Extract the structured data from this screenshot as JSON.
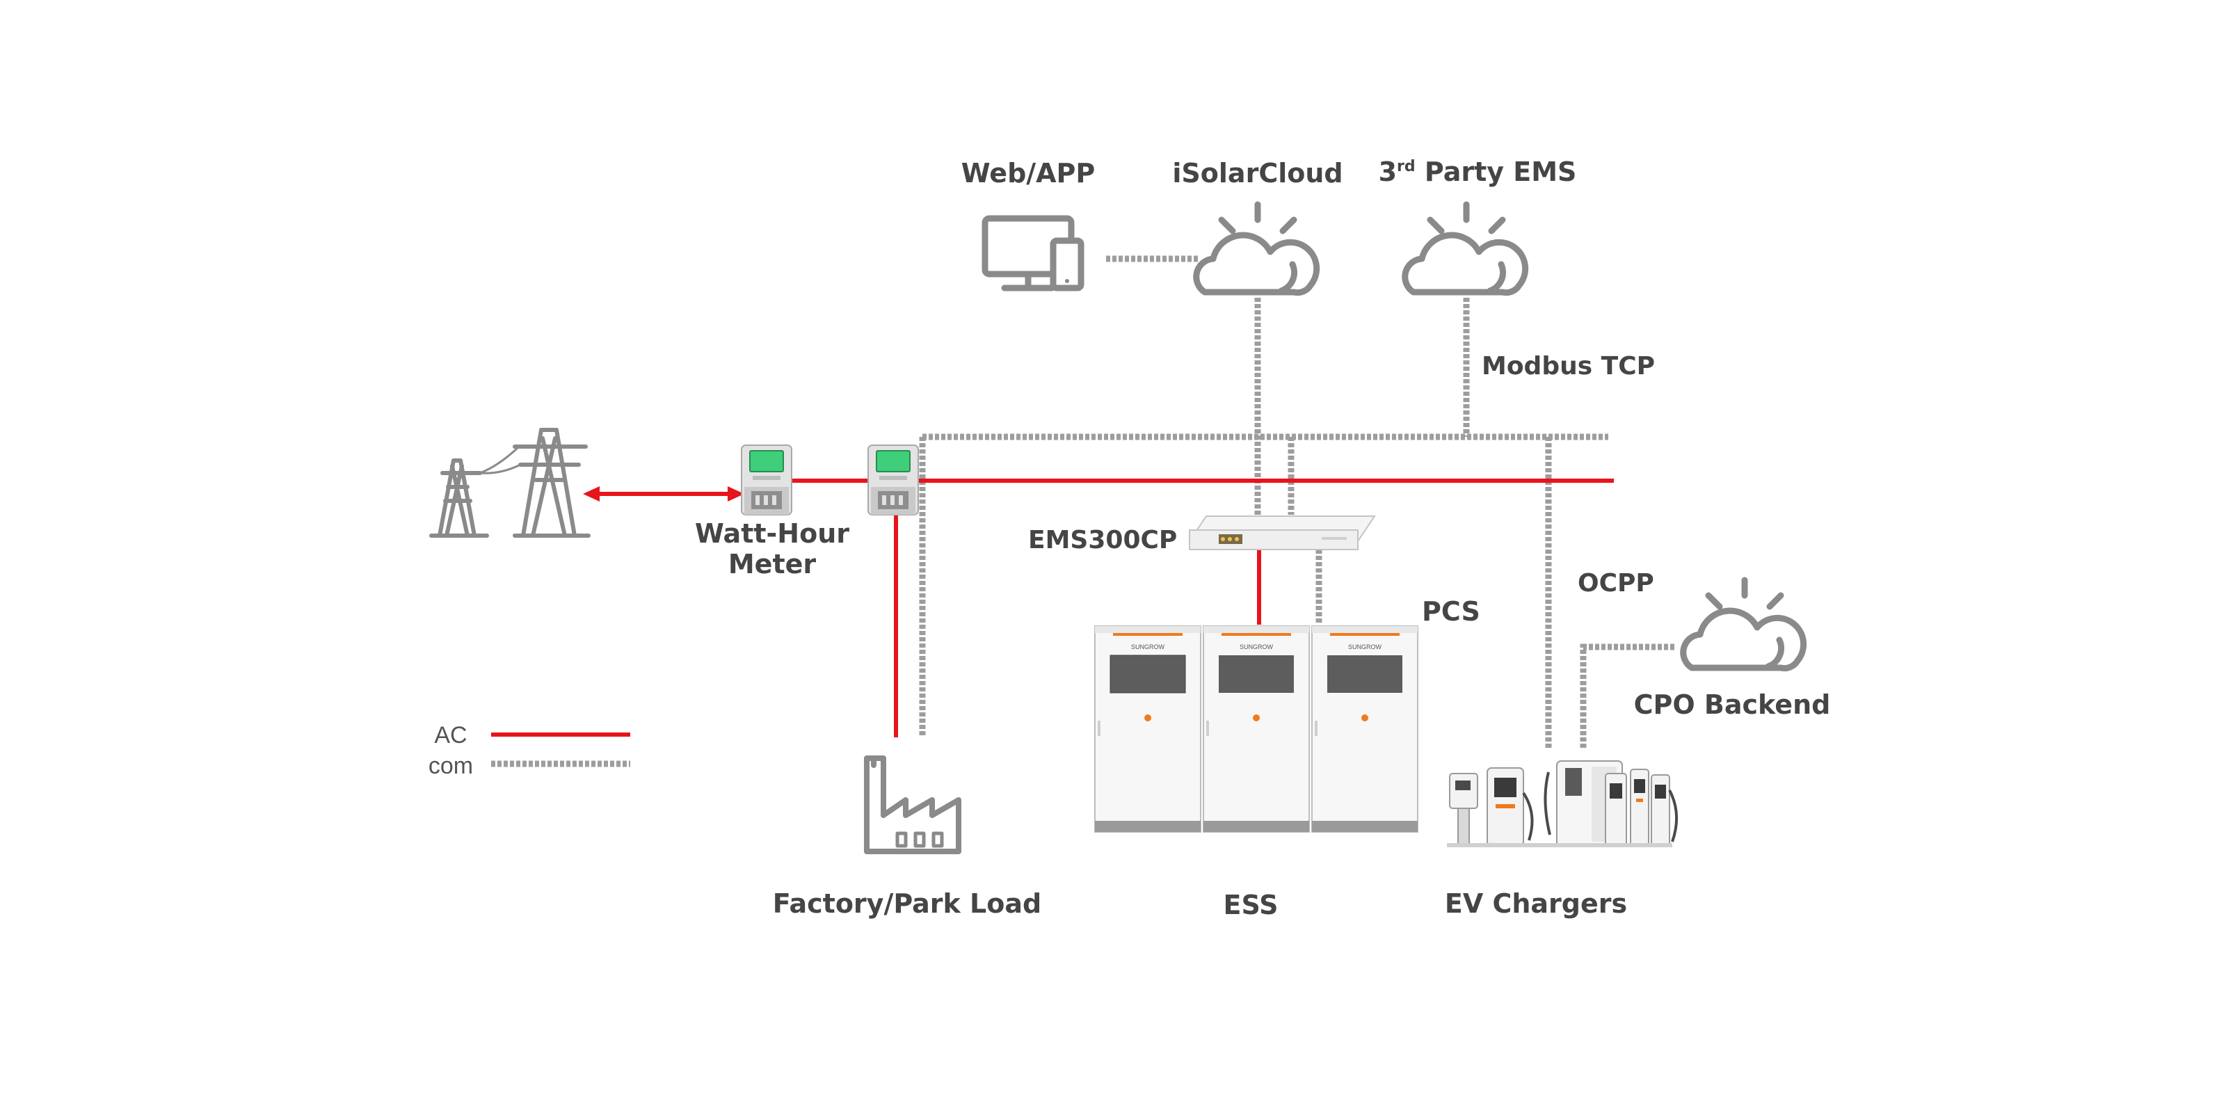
{
  "labels": {
    "web_app": "Web/APP",
    "isolarcloud": "iSolarCloud",
    "third_party_ems_prefix": "3",
    "third_party_ems_sup": "rd",
    "third_party_ems_suffix": " Party EMS",
    "modbus_tcp": "Modbus TCP",
    "watt_hour_meter_line1": "Watt-Hour",
    "watt_hour_meter_line2": "Meter",
    "ems300cp": "EMS300CP",
    "pcs": "PCS",
    "ocpp": "OCPP",
    "cpo_backend": "CPO Backend",
    "factory_park_load": "Factory/Park Load",
    "ess": "ESS",
    "ev_chargers": "EV Chargers"
  },
  "legend": {
    "ac_label": "AC",
    "com_label": "com"
  },
  "devices": {
    "cabinet_brand": "SUNGROW"
  },
  "colors": {
    "ac_line": "#e8141b",
    "com_line": "#9d9d9d",
    "icon_gray": "#8a8a8a",
    "label_text": "#454545",
    "meter_screen": "#3fcf7a",
    "brand_orange": "#f07a1c"
  }
}
